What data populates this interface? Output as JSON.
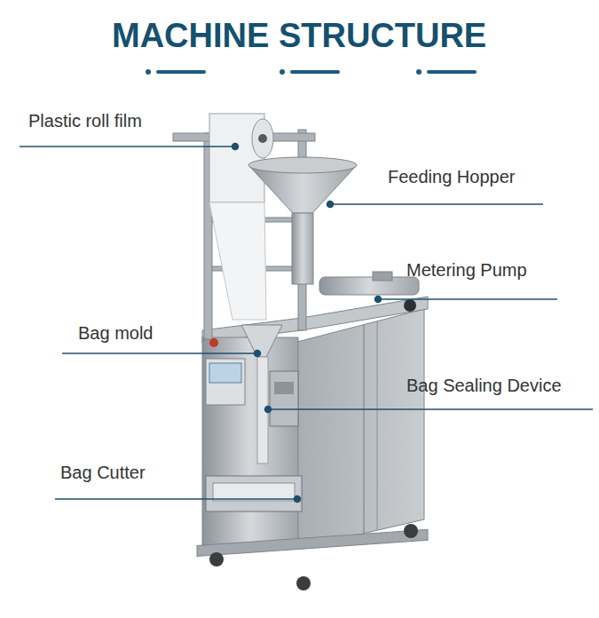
{
  "diagram": {
    "title": "MACHINE STRUCTURE",
    "labels": [
      "Plastic roll film",
      "Feeding Hopper",
      "Metering Pump",
      "Bag mold",
      "Bag Sealing Device",
      "Bag Cutter"
    ]
  }
}
